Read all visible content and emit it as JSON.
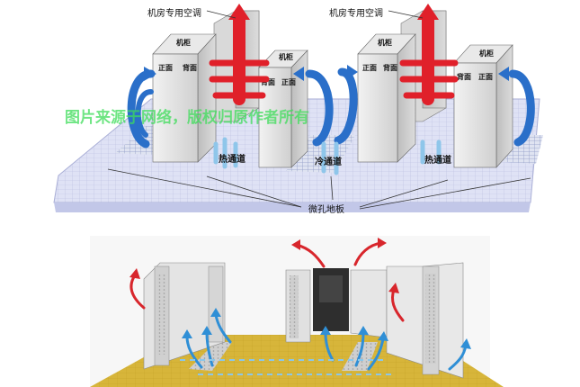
{
  "top_diagram": {
    "ac_label_left": "机房专用空调",
    "ac_label_right": "机房专用空调",
    "rack_label": "机柜",
    "front_label": "正面",
    "back_label": "背面",
    "hot_aisle_label": "热通道",
    "cold_aisle_label": "冷通道",
    "floor_label": "微孔地板"
  },
  "watermark": "图片来源于网络，版权归原作者所有",
  "colors": {
    "hot_air": "#e0202a",
    "cold_air": "#2a6fc9",
    "floor": "#d8dcf4",
    "rack": "#e2e2e2",
    "raised_floor_yellow": "#d7b53a"
  }
}
